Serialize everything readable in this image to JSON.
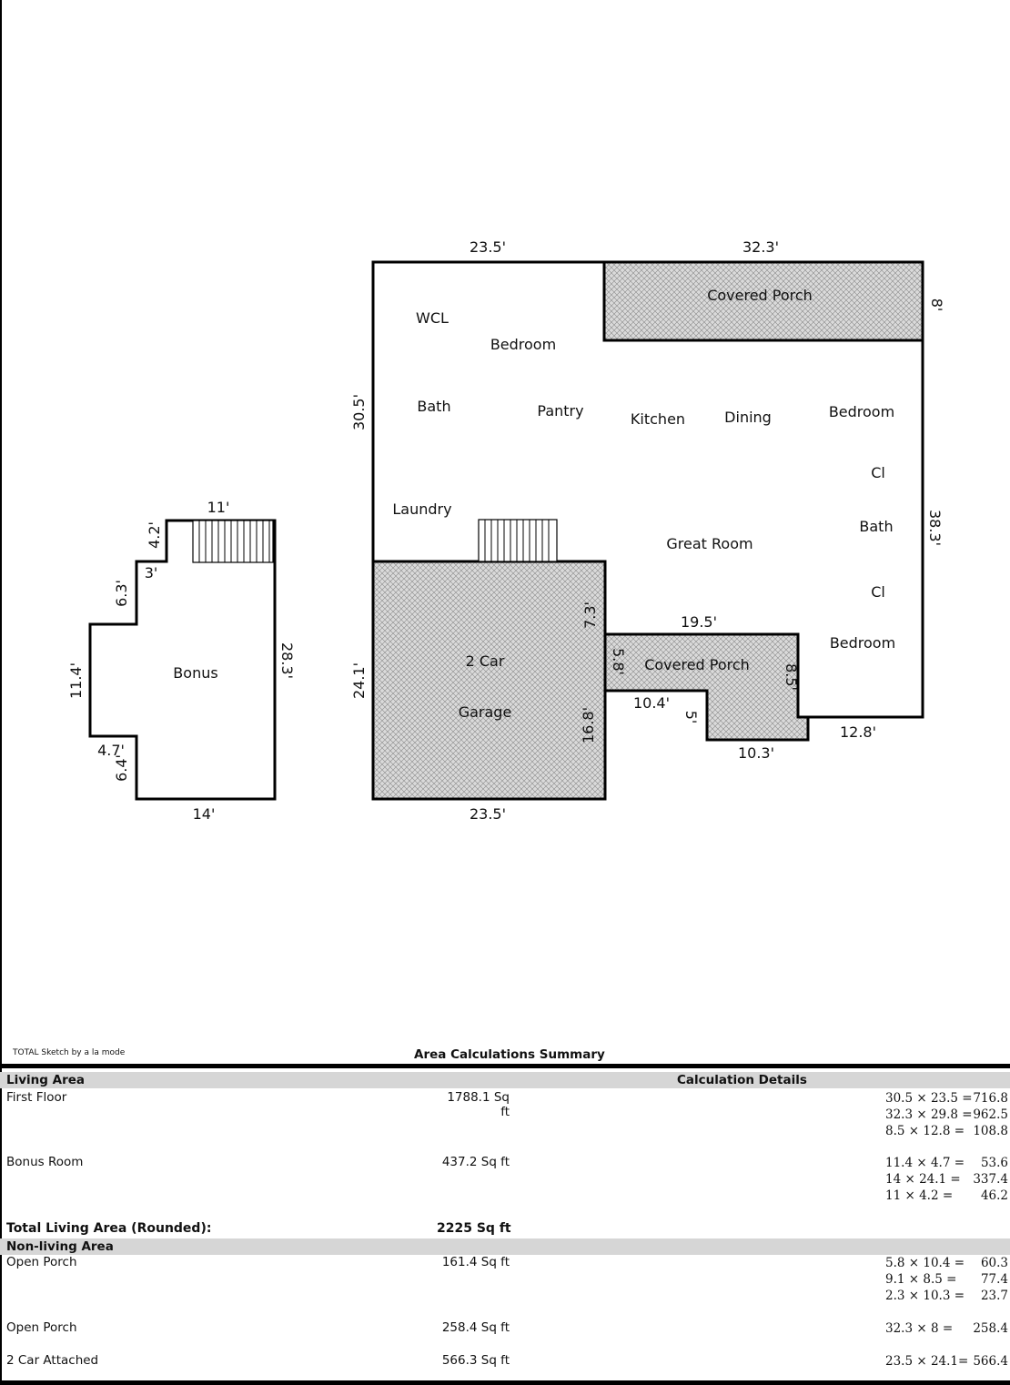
{
  "rooms": {
    "wcl": "WCL",
    "bedroom_1": "Bedroom",
    "bath_1": "Bath",
    "pantry": "Pantry",
    "kitchen": "Kitchen",
    "dining": "Dining",
    "bedroom_2": "Bedroom",
    "closet_1": "Cl",
    "laundry": "Laundry",
    "bath_2": "Bath",
    "great_room": "Great Room",
    "closet_2": "Cl",
    "bedroom_3": "Bedroom",
    "covered_porch_top": "Covered Porch",
    "covered_porch_bottom": "Covered Porch",
    "garage_line1": "2 Car",
    "garage_line2": "Garage",
    "bonus": "Bonus"
  },
  "dimensions": {
    "main_top_left": "23.5'",
    "main_top_right": "32.3'",
    "porch_top_right": "8'",
    "main_left_upper": "30.5'",
    "main_right": "38.3'",
    "garage_left": "24.1'",
    "garage_inner_upper": "7.3'",
    "garage_inner_lower": "16.8'",
    "garage_bottom": "23.5'",
    "porch_bottom_top": "19.5'",
    "porch_bottom_left": "5.8'",
    "porch_bottom_right": "8.5'",
    "porch_bottom_ledge": "10.4'",
    "porch_bottom_step": "5'",
    "porch_bottom_bottom": "10.3'",
    "main_bottom_right": "12.8'",
    "bonus_top": "11'",
    "bonus_upper_step_v": "4.2'",
    "bonus_upper_step_h": "3'",
    "bonus_left_upper": "6.3'",
    "bonus_left": "11.4'",
    "bonus_lower_step_h": "4.7'",
    "bonus_lower_step_v": "6.4'",
    "bonus_bottom": "14'",
    "bonus_right": "28.3'"
  },
  "summary": {
    "credit": "TOTAL Sketch by a la mode",
    "title": "Area Calculations Summary",
    "living_area_header": "Living Area",
    "calculation_details_header": "Calculation Details",
    "non_living_area_header": "Non-living Area",
    "rows": [
      {
        "label": "First Floor",
        "area": "1788.1 Sq ft"
      },
      {
        "label": "Bonus Room",
        "area": "437.2 Sq ft"
      },
      {
        "label": "Open Porch",
        "area": "161.4 Sq ft"
      },
      {
        "label": "Open Porch",
        "area": "258.4 Sq ft"
      },
      {
        "label": "2 Car Attached",
        "area": "566.3 Sq ft"
      }
    ],
    "total_label": "Total Living Area (Rounded):",
    "total_area": "2225 Sq ft",
    "calcs": [
      {
        "expr": "30.5 × 23.5 =",
        "result": "716.8"
      },
      {
        "expr": "32.3 × 29.8 =",
        "result": "962.5"
      },
      {
        "expr": "8.5 × 12.8   =",
        "result": "108.8"
      },
      {
        "expr": "11.4 × 4.7   =",
        "result": "53.6"
      },
      {
        "expr": "14 × 24.1    =",
        "result": "337.4"
      },
      {
        "expr": "11 × 4.2      =",
        "result": "46.2"
      },
      {
        "expr": "5.8 × 10.4  =",
        "result": "60.3"
      },
      {
        "expr": "9.1 × 8.5    =",
        "result": "77.4"
      },
      {
        "expr": "2.3 × 10.3  =",
        "result": "23.7"
      },
      {
        "expr": "32.3 × 8     =",
        "result": "258.4"
      },
      {
        "expr": "23.5 × 24.1=",
        "result": "566.4"
      }
    ]
  }
}
